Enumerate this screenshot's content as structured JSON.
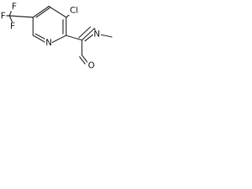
{
  "molecule": {
    "atoms": {
      "F_top": "F",
      "F_left": "F",
      "F_lower": "F",
      "Cl": "Cl",
      "N_ring": "N",
      "N_amine": "N",
      "O": "O"
    },
    "colors": {
      "bond": "#1f1f1f",
      "text": "#111111",
      "background": "#ffffff"
    }
  }
}
